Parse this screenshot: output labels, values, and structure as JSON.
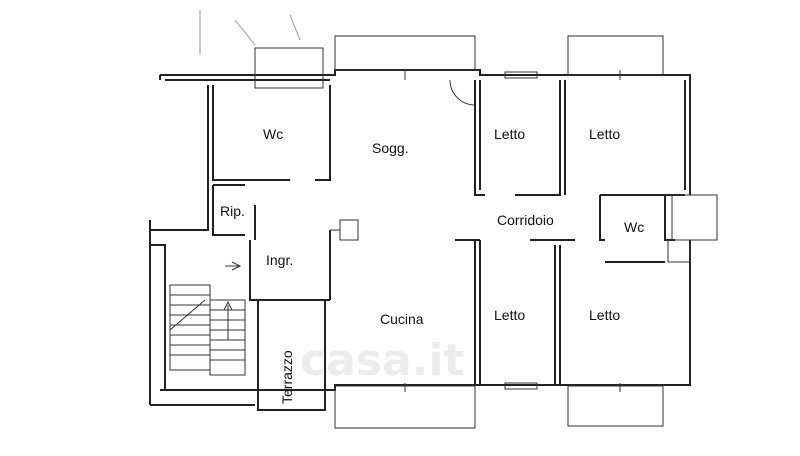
{
  "rooms": {
    "wc_left": "Wc",
    "soggiorno": "Sogg.",
    "letto_top_1": "Letto",
    "letto_top_2": "Letto",
    "ripostiglio": "Rip.",
    "corridoio": "Corridoio",
    "wc_right": "Wc",
    "ingresso": "Ingr.",
    "cucina": "Cucina",
    "letto_bottom_1": "Letto",
    "letto_bottom_2": "Letto",
    "terrazzo": "Terrazzo"
  },
  "watermark": "casa.it"
}
